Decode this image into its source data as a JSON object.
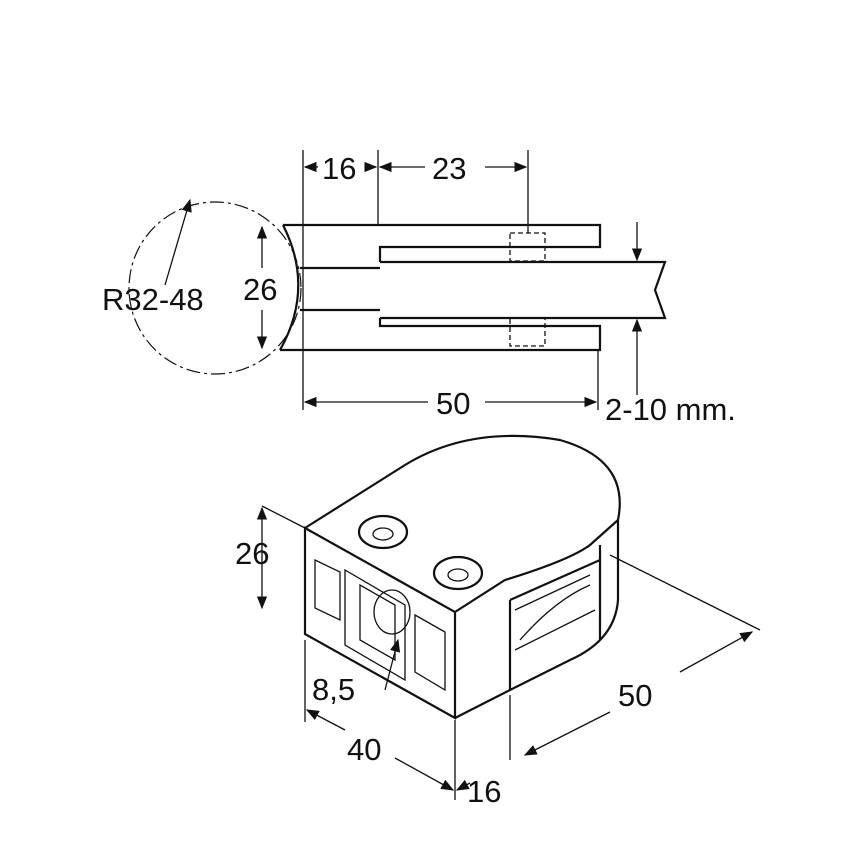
{
  "top_view": {
    "dim_jaw_width": "16",
    "dim_bolt_offset": "23",
    "dim_radius": "R32-48",
    "dim_height": "26",
    "dim_length": "50",
    "dim_glass_thickness": "2-10 mm."
  },
  "iso_view": {
    "dim_height": "26",
    "dim_slot": "8,5",
    "dim_width": "40",
    "dim_jaw": "16",
    "dim_length": "50"
  }
}
